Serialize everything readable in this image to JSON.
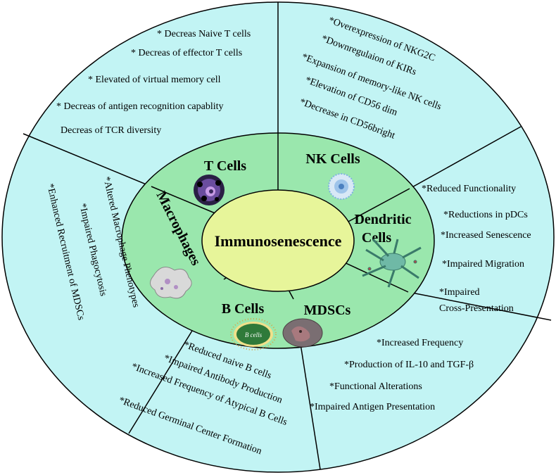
{
  "center_title": "Immunosenescence",
  "cells": {
    "t_cells": "T Cells",
    "nk_cells": "NK Cells",
    "dendritic_line1": "Dendritic",
    "dendritic_line2": "Cells",
    "mdscs": "MDSCs",
    "b_cells": "B Cells",
    "macrophages": "Macrophages",
    "b_cells_inner_label": "B cells"
  },
  "t_cell_changes": [
    "* Decreas Naive T cells",
    "* Decreas of effector T cells",
    "* Elevated of virtual memory cell",
    "* Decreas of antigen recognition capablity",
    "Decreas of TCR diversity"
  ],
  "nk_cell_changes": [
    "*Overexpression of NKG2C",
    "*Downregulaion of KIRs",
    "*Expansion of memory-like NK cells",
    "*Elevation of CD56 dim",
    "*Decrease in CD56bright"
  ],
  "dendritic_cell_changes": [
    "*Reduced Functionality",
    "*Reductions in pDCs",
    "*Increased Senescence",
    "*Impaired Migration",
    "*Impaired",
    "Cross-Presentation"
  ],
  "mdsc_changes": [
    "*Increased Frequency",
    "*Production of IL-10 and TGF-β",
    "*Functional Alterations",
    "*Impaired Antigen Presentation"
  ],
  "b_cell_changes": [
    "*Reduced naive B cells",
    "*Impaired Antibody Production",
    "*Increased Frequency of Atypical B Cells",
    "*Reduced Germinal Center Formation"
  ],
  "macrophage_changes": [
    "*Altered Macrophage Phenotypes",
    "*Impaired Phagocytosis",
    "*Enhanced Recruitment of MDSCs"
  ],
  "colors": {
    "outer_ring": "#c2f4f4",
    "middle_ring": "#9ae7ad",
    "center": "#e7f59a",
    "stroke": "#000000"
  }
}
